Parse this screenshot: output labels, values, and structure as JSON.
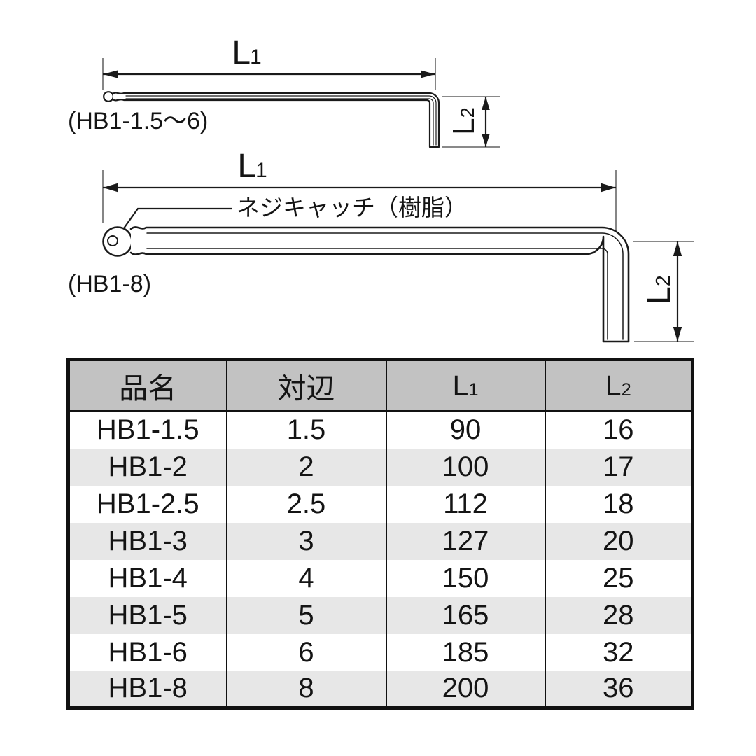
{
  "colors": {
    "line": "#1a1a1a",
    "extension": "#787878",
    "text": "#141414",
    "table_header_bg": "#c2c2c2",
    "table_row_alt_bg": "#e7e7e7",
    "table_border": "#111111",
    "background": "#ffffff"
  },
  "drawings": {
    "small": {
      "model": "(HB1-1.5～6)",
      "dim_l1": {
        "base": "L",
        "sub": "1"
      },
      "dim_l2": {
        "base": "L",
        "sub": "2"
      }
    },
    "large": {
      "model": "(HB1-8)",
      "callout": "ネジキャッチ（樹脂）",
      "dim_l1": {
        "base": "L",
        "sub": "1"
      },
      "dim_l2": {
        "base": "L",
        "sub": "2"
      }
    }
  },
  "table": {
    "headers": {
      "name": "品名",
      "flats": "対辺",
      "l1": {
        "base": "L",
        "sub": "1"
      },
      "l2": {
        "base": "L",
        "sub": "2"
      }
    },
    "rows": [
      {
        "name": "HB1-1.5",
        "flats": "1.5",
        "l1": "90",
        "l2": "16"
      },
      {
        "name": "HB1-2",
        "flats": "2",
        "l1": "100",
        "l2": "17"
      },
      {
        "name": "HB1-2.5",
        "flats": "2.5",
        "l1": "112",
        "l2": "18"
      },
      {
        "name": "HB1-3",
        "flats": "3",
        "l1": "127",
        "l2": "20"
      },
      {
        "name": "HB1-4",
        "flats": "4",
        "l1": "150",
        "l2": "25"
      },
      {
        "name": "HB1-5",
        "flats": "5",
        "l1": "165",
        "l2": "28"
      },
      {
        "name": "HB1-6",
        "flats": "6",
        "l1": "185",
        "l2": "32"
      },
      {
        "name": "HB1-8",
        "flats": "8",
        "l1": "200",
        "l2": "36"
      }
    ]
  }
}
